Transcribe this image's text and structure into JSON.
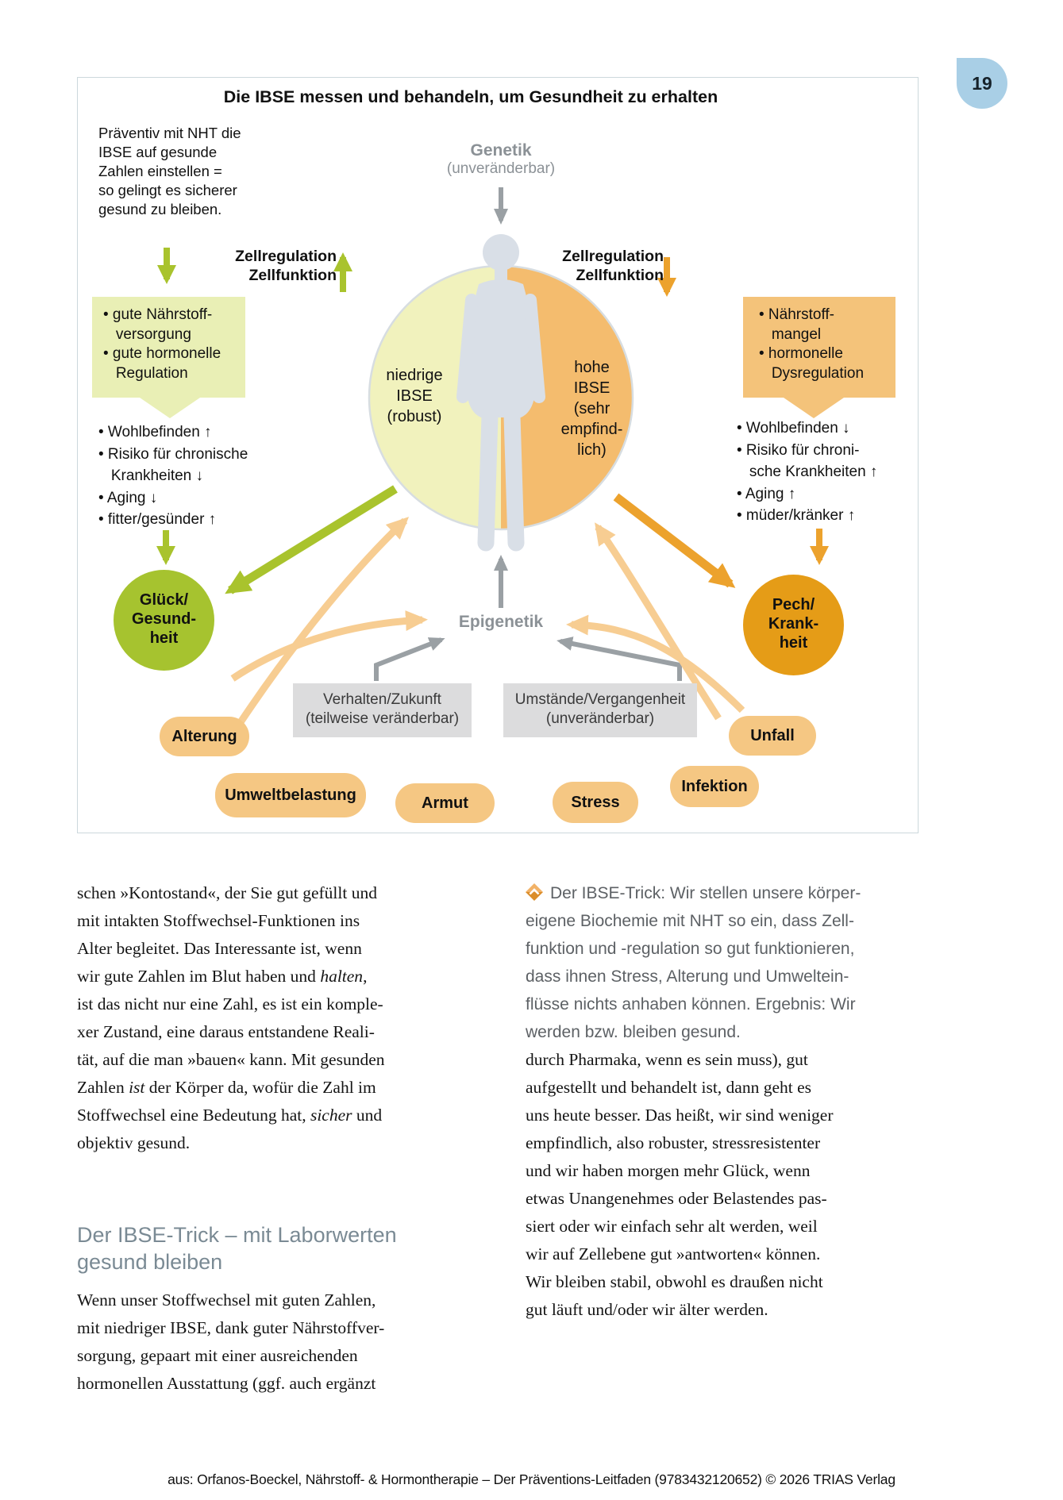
{
  "page": {
    "number": "19",
    "footer": "aus: Orfanos-Boeckel, Nährstoff- & Hormontherapie – Der Präventions-Leitfaden (9783432120652) © 2026 TRIAS Verlag"
  },
  "colors": {
    "healthy_green": "#a6c32f",
    "light_green_box": "#e9efb5",
    "circle_left_half": "#f1f2bd",
    "circle_right_half": "#f4bc6e",
    "sick_orange": "#e59c17",
    "orange_box": "#f4c37a",
    "pill_orange": "#f5c783",
    "gray_label": "#8b9196",
    "badge_blue": "#a9cfe6",
    "subhead_bluegray": "#7a8a94"
  },
  "diagram": {
    "title": "Die IBSE messen und behandeln, um Gesundheit zu erhalten",
    "intro_lines": [
      "Präventiv mit NHT die",
      "IBSE auf gesunde",
      "Zahlen einstellen =",
      "so gelingt es sicherer",
      "gesund zu bleiben."
    ],
    "genetik": {
      "label": "Genetik",
      "sub": "(unveränderbar)"
    },
    "zellreg_left_lines": [
      "Zellregulation",
      "Zellfunktion"
    ],
    "zellreg_right_lines": [
      "Zellregulation",
      "Zellfunktion"
    ],
    "green_box_lines": [
      "• gute Nährstoff-",
      "   versorgung",
      "• gute hormonelle",
      "   Regulation"
    ],
    "orange_box_lines": [
      "• Nährstoff-",
      "   mangel",
      "• hormonelle",
      "   Dysregulation"
    ],
    "left_effects_lines": [
      "• Wohlbefinden ↑",
      "• Risiko für chronische",
      "   Krankheiten ↓",
      "• Aging ↓",
      "• fitter/gesünder ↑"
    ],
    "right_effects_lines": [
      "• Wohlbefinden ↓",
      "• Risiko für chroni-",
      "   sche Krankheiten ↑",
      "• Aging ↑",
      "• müder/kränker ↑"
    ],
    "circle_left_lines": [
      "niedrige",
      "IBSE",
      "(robust)"
    ],
    "circle_right_lines": [
      "hohe",
      "IBSE",
      "(sehr",
      "empfind-",
      "lich)"
    ],
    "gluck_lines": [
      "Glück/",
      "Gesund-",
      "heit"
    ],
    "pech_lines": [
      "Pech/",
      "Krank-",
      "heit"
    ],
    "epigenetik": "Epigenetik",
    "behavior_box_lines": [
      "Verhalten/Zukunft",
      "(teilweise veränderbar)"
    ],
    "circumstance_box_lines": [
      "Umstände/Vergangenheit",
      "(unveränderbar)"
    ],
    "pills": [
      "Alterung",
      "Umweltbelastung",
      "Armut",
      "Stress",
      "Infektion",
      "Unfall"
    ]
  },
  "article": {
    "col1_para1_lines": [
      "schen »Kontostand«, der Sie gut gefüllt und",
      "mit intakten Stoffwechsel-Funktionen ins",
      "Alter begleitet. Das Interessante ist, wenn",
      [
        {
          "t": "wir gute Zahlen im Blut haben und "
        },
        {
          "t": "halten",
          "i": true
        },
        {
          "t": ","
        }
      ],
      "ist das nicht nur eine Zahl, es ist ein komple-",
      "xer Zustand, eine daraus entstandene Reali-",
      "tät, auf die man »bauen« kann. Mit gesunden",
      [
        {
          "t": "Zahlen "
        },
        {
          "t": "ist",
          "i": true
        },
        {
          "t": " der Körper da, wofür die Zahl im"
        }
      ],
      [
        {
          "t": "Stoffwechsel eine Bedeutung hat, "
        },
        {
          "t": "sicher",
          "i": true
        },
        {
          "t": " und"
        }
      ],
      "objektiv gesund."
    ],
    "subhead_lines": [
      "Der IBSE-Trick – mit Laborwerten",
      "gesund bleiben"
    ],
    "col1_para2_lines": [
      "Wenn unser Stoffwechsel mit guten Zahlen,",
      "mit niedriger IBSE, dank guter Nährstoffver-",
      "sorgung, gepaart mit einer ausreichenden",
      "hormonellen Ausstattung (ggf. auch ergänzt"
    ],
    "tip_lines": [
      "Der IBSE-Trick: Wir stellen unsere körper-",
      "eigene Biochemie mit NHT so ein, dass Zell-",
      "funktion und -regulation so gut funktionieren,",
      "dass ihnen Stress, Alterung und Umweltein-",
      "flüsse nichts anhaben können. Ergebnis: Wir",
      "werden bzw. bleiben gesund."
    ],
    "col2_para_lines": [
      "durch Pharmaka, wenn es sein muss), gut",
      "aufgestellt und behandelt ist, dann geht es",
      "uns heute besser. Das heißt, wir sind weniger",
      "empfindlich, also robuster, stressresistenter",
      "und wir haben morgen mehr Glück, wenn",
      "etwas Unangenehmes oder Belastendes pas-",
      "siert oder wir einfach sehr alt werden, weil",
      "wir auf Zellebene gut »antworten« können.",
      "Wir bleiben stabil, obwohl es draußen nicht",
      "gut läuft und/oder wir älter werden."
    ]
  }
}
